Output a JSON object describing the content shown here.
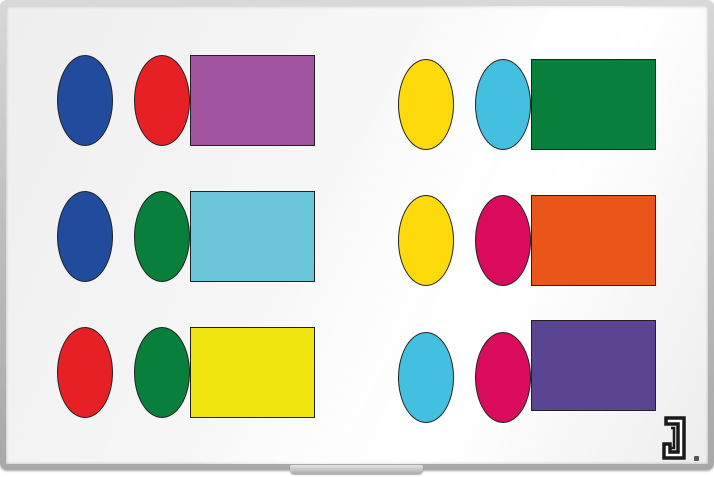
{
  "board": {
    "frame_color": "#bdbdbd",
    "surface_color": "#f5f5f5",
    "logo_icon": "brand-logo-icon"
  },
  "groups": [
    {
      "side": "left",
      "rows": [
        {
          "shapes": [
            {
              "kind": "oval",
              "color": "#214b9d"
            },
            {
              "kind": "oval",
              "color": "#e62024"
            },
            {
              "kind": "rect",
              "color": "#a0539e"
            }
          ]
        },
        {
          "shapes": [
            {
              "kind": "oval",
              "color": "#214b9d"
            },
            {
              "kind": "oval",
              "color": "#087f3a"
            },
            {
              "kind": "rect",
              "color": "#6cc6da"
            }
          ]
        },
        {
          "shapes": [
            {
              "kind": "oval",
              "color": "#e62024"
            },
            {
              "kind": "oval",
              "color": "#087f3a"
            },
            {
              "kind": "rect",
              "color": "#f0e50f"
            }
          ]
        }
      ]
    },
    {
      "side": "right",
      "rows": [
        {
          "shapes": [
            {
              "kind": "oval",
              "color": "#ffda0a"
            },
            {
              "kind": "oval",
              "color": "#43bfdf"
            },
            {
              "kind": "rect",
              "color": "#087f3a"
            }
          ]
        },
        {
          "shapes": [
            {
              "kind": "oval",
              "color": "#ffda0a"
            },
            {
              "kind": "oval",
              "color": "#da0a5c"
            },
            {
              "kind": "rect",
              "color": "#ea5519"
            }
          ]
        },
        {
          "shapes": [
            {
              "kind": "oval",
              "color": "#43bfdf"
            },
            {
              "kind": "oval",
              "color": "#da0a5c"
            },
            {
              "kind": "rect",
              "color": "#594592"
            }
          ]
        }
      ]
    }
  ]
}
